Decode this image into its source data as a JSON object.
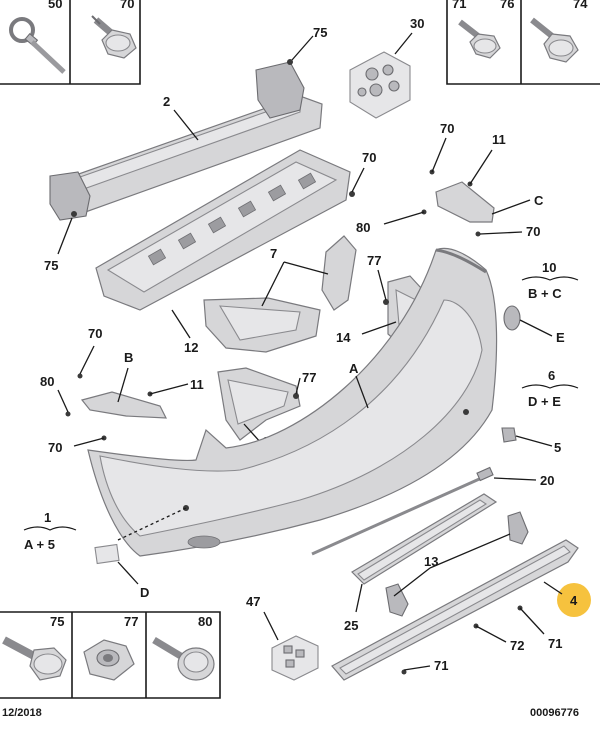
{
  "boxes": {
    "top_left": [
      "50",
      "70"
    ],
    "top_right": [
      "71",
      "76",
      "74"
    ],
    "bottom_left": [
      "75",
      "77",
      "80"
    ]
  },
  "callouts": {
    "c30": "30",
    "c75a": "75",
    "c2": "2",
    "c70a": "70",
    "c75b": "75",
    "c12": "12",
    "c7": "7",
    "c80a": "80",
    "c77a": "77",
    "c14a": "14",
    "c70b": "70",
    "c11a": "11",
    "cC": "C",
    "c70c": "70",
    "cE": "E",
    "c5": "5",
    "c20": "20",
    "c70d": "70",
    "cB": "B",
    "c80b": "80",
    "c11b": "11",
    "c70e": "70",
    "c77b": "77",
    "c14b": "14",
    "cA": "A",
    "cD": "D",
    "c13": "13",
    "c25": "25",
    "c4": "4",
    "c72": "72",
    "c71a": "71",
    "c71b": "71",
    "c47": "47"
  },
  "groups": {
    "g10": {
      "num": "10",
      "sub": "B + C"
    },
    "g6": {
      "num": "6",
      "sub": "D + E"
    },
    "g1": {
      "num": "1",
      "sub": "A + 5"
    }
  },
  "footer": {
    "date": "12/2018",
    "ref": "00096776"
  },
  "colors": {
    "part_fill": "#d6d6d8",
    "part_stroke": "#7a7a7e",
    "line": "#1a1a1a",
    "highlight": "#f6c23e"
  }
}
